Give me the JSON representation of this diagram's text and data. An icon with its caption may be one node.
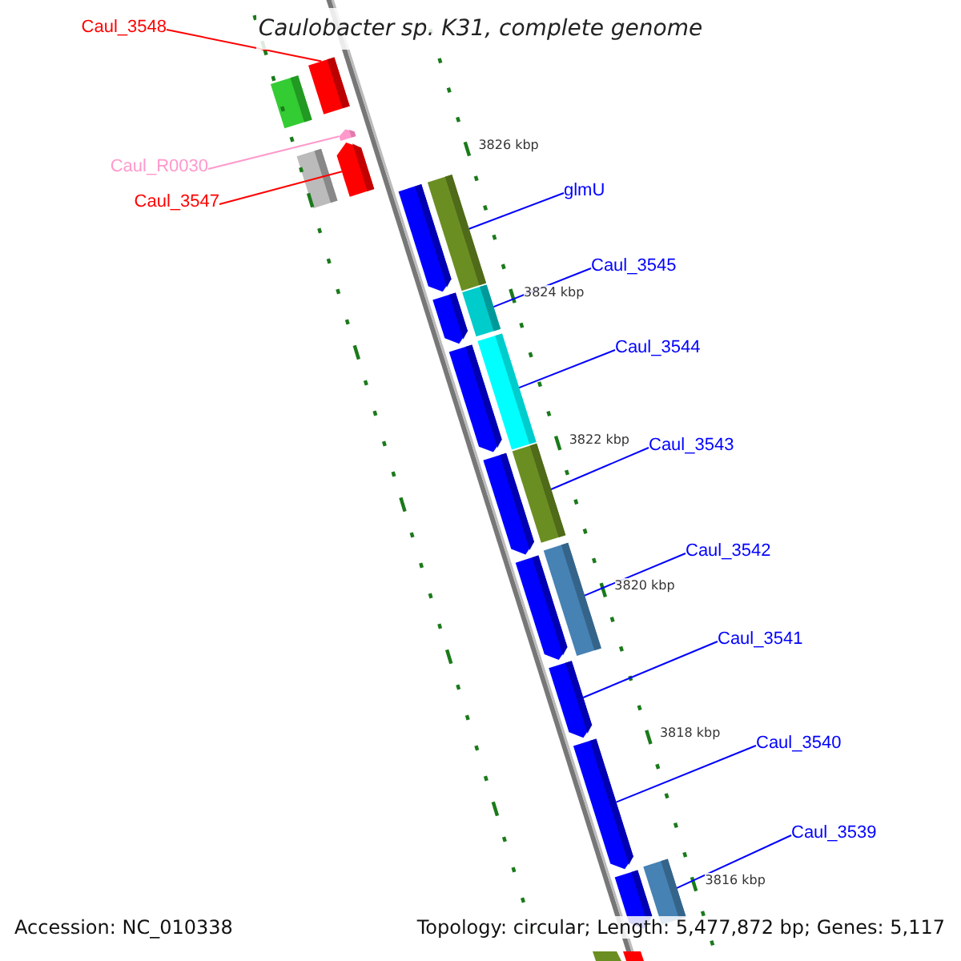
{
  "diagram": {
    "title": "Caulobacter sp. K31, complete genome",
    "nodes": [
      {
        "text": [
          "Caul_3548"
        ]
      },
      {
        "text": [
          "Caul_R0030"
        ]
      },
      {
        "text": [
          "Caul_3547"
        ]
      },
      {
        "text": [
          "glmU"
        ]
      },
      {
        "text": [
          "Caul_3545"
        ]
      },
      {
        "text": [
          "Caul_3544"
        ]
      },
      {
        "text": [
          "Caul_3543"
        ]
      },
      {
        "text": [
          "Caul_3542"
        ]
      },
      {
        "text": [
          "Caul_3541"
        ]
      },
      {
        "text": [
          "Caul_3540"
        ]
      },
      {
        "text": [
          "Caul_3539"
        ]
      },
      {
        "text": [],
        "shape": "bar"
      },
      {
        "text": [],
        "shape": "bar"
      },
      {
        "text": [],
        "shape": "bar"
      },
      {
        "text": [],
        "shape": "bar"
      },
      {
        "text": [],
        "shape": "bar"
      },
      {
        "text": [],
        "shape": "bar"
      },
      {
        "text": [],
        "shape": "bar"
      },
      {
        "text": [],
        "shape": "bar"
      },
      {
        "text": [],
        "shape": "bar"
      },
      {
        "text": [],
        "shape": "bar"
      },
      {
        "text": [],
        "shape": "bar"
      },
      {
        "text": [],
        "shape": "bar"
      },
      {
        "text": [],
        "shape": "bar"
      },
      {
        "text": [],
        "shape": "bar"
      },
      {
        "text": [],
        "shape": "bar"
      },
      {
        "text": [],
        "shape": "bar"
      },
      {
        "text": [],
        "shape": "bar"
      },
      {
        "text": [],
        "shape": "bar"
      },
      {
        "text": [],
        "shape": "bar"
      }
    ],
    "edges": [
      {
        "from": 0,
        "to": 12,
        "arrow": "none",
        "color": "#ff0000"
      },
      {
        "from": 1,
        "to": 13,
        "arrow": "none",
        "color": "#ff99cc"
      },
      {
        "from": 2,
        "to": 15,
        "arrow": "none",
        "color": "#ff0000"
      },
      {
        "from": 3,
        "to": 17,
        "arrow": "none"
      },
      {
        "from": 4,
        "to": 19,
        "arrow": "none"
      },
      {
        "from": 5,
        "to": 21,
        "arrow": "none"
      },
      {
        "from": 6,
        "to": 23,
        "arrow": "none"
      },
      {
        "from": 7,
        "to": 25,
        "arrow": "none"
      },
      {
        "from": 8,
        "to": 26,
        "arrow": "none"
      },
      {
        "from": 9,
        "to": 27,
        "arrow": "none"
      },
      {
        "from": 10,
        "to": 29,
        "arrow": "none"
      }
    ],
    "labels": [
      "3826 kbp",
      "3824 kbp",
      "3822 kbp",
      "3820 kbp",
      "3818 kbp",
      "3816 kbp",
      "Accession: NC_010338",
      "Topology: circular; Length: 5,477,872 bp; Genes: 5,117"
    ]
  }
}
